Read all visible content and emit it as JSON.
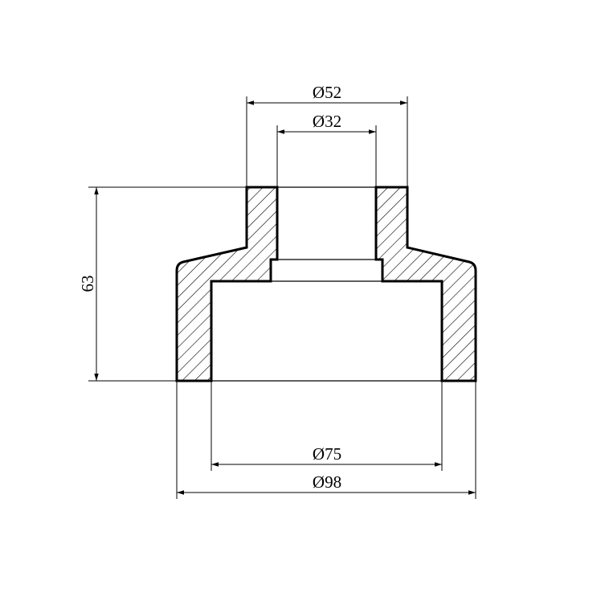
{
  "drawing": {
    "dimensions": {
      "outer_top_diameter": "Ø52",
      "inner_top_diameter": "Ø32",
      "inner_bottom_diameter": "Ø75",
      "outer_bottom_diameter": "Ø98",
      "height": "63"
    },
    "colors": {
      "line": "#000000",
      "background": "#ffffff"
    }
  }
}
